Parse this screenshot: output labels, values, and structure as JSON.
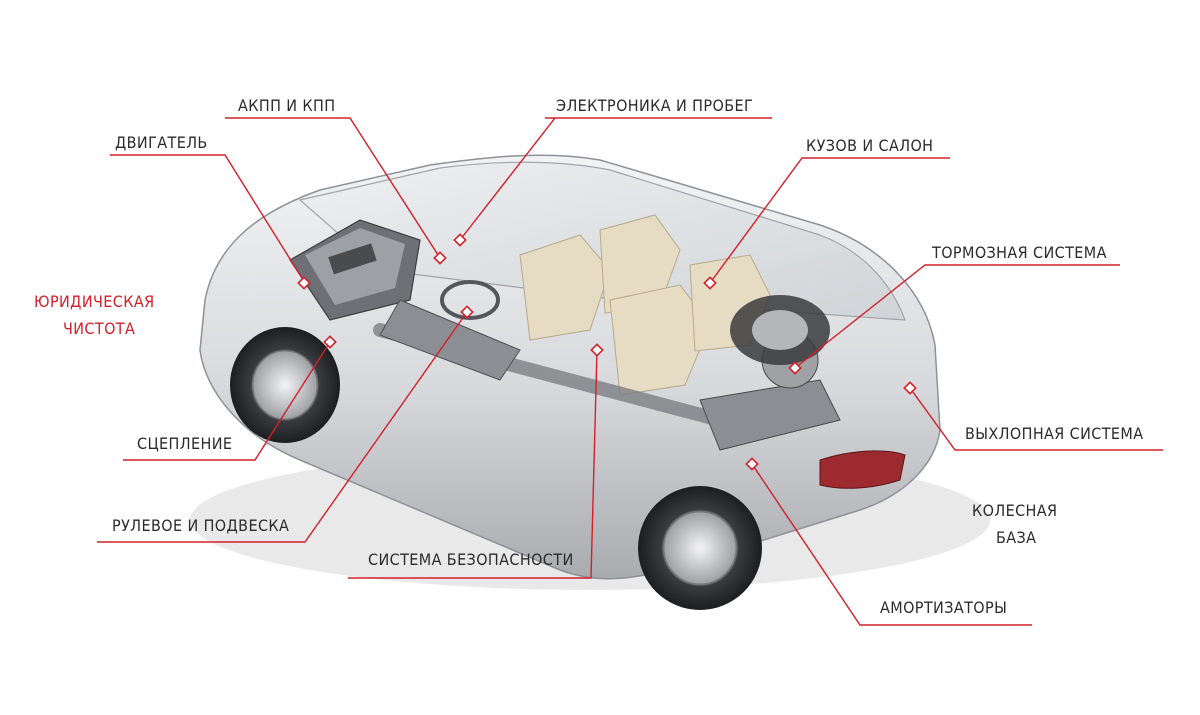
{
  "colors": {
    "accent": "#d2202a",
    "text": "#2b2b2b",
    "car_body": "#d9dadd"
  },
  "labels": {
    "engine": "ДВИГАТЕЛЬ",
    "gearbox": "АКПП И КПП",
    "electronics": "ЭЛЕКТРОНИКА  И ПРОБЕГ",
    "body_interior": "КУЗОВ И САЛОН",
    "brakes": "ТОРМОЗНАЯ СИСТЕМА",
    "legal_line1": "ЮРИДИЧЕСКАЯ",
    "legal_line2": "ЧИСТОТА",
    "clutch": "СЦЕПЛЕНИЕ",
    "steering": "РУЛЕВОЕ И ПОДВЕСКА",
    "safety": "СИСТЕМА БЕЗОПАСНОСТИ",
    "exhaust": "ВЫХЛОПНАЯ СИСТЕМА",
    "wheelbase_line1": "Колесная",
    "wheelbase_line2": "база",
    "shocks": "АМОРТИЗАТОРЫ"
  }
}
